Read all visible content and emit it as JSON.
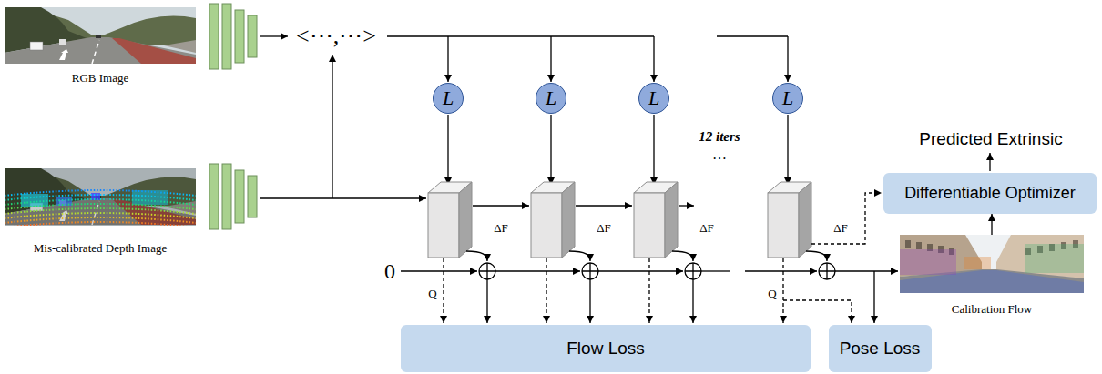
{
  "diagram": {
    "nodes": [
      {
        "text": [
          "RGB Image"
        ]
      },
      {
        "text": [
          "Mis-calibrated Depth Image"
        ]
      },
      {
        "text": [
          "L"
        ]
      },
      {
        "text": [
          "L"
        ]
      },
      {
        "text": [
          "L"
        ]
      },
      {
        "text": [
          "L"
        ]
      },
      {
        "text": [
          "Flow Loss"
        ]
      },
      {
        "text": [
          "Pose Loss"
        ]
      },
      {
        "text": [
          "Differentiable Optimizer"
        ]
      },
      {
        "text": [
          "Calibration Flow"
        ]
      }
    ],
    "edges": [
      {
        "from": 9,
        "to": 8,
        "arrow": "to"
      }
    ],
    "labels": [
      "<⋯,⋯>",
      "12 iters",
      "…",
      "ΔF",
      "ΔF",
      "ΔF",
      "ΔF",
      "0",
      "Q",
      "Q",
      "Predicted Extrinsic"
    ]
  }
}
